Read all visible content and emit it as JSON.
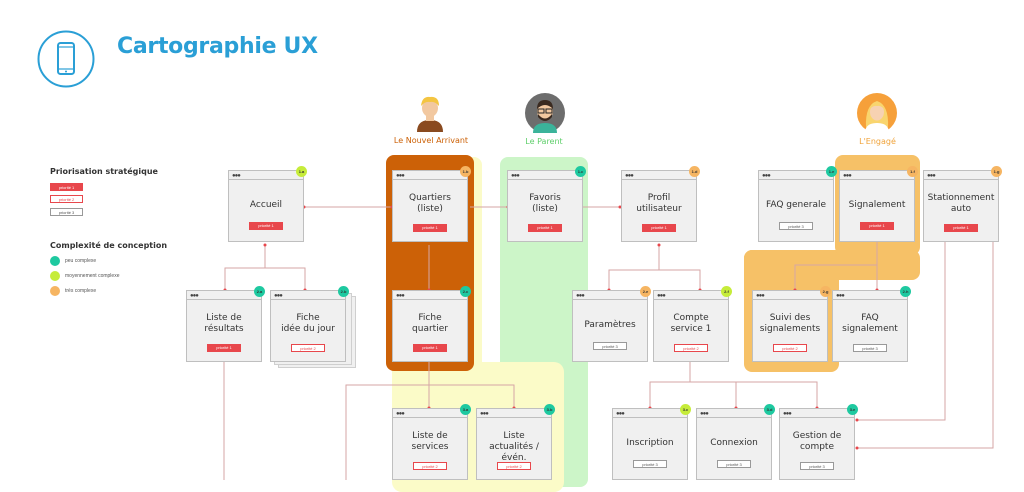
{
  "header": {
    "title": "Cartographie UX"
  },
  "legend": {
    "priority_title": "Priorisation stratégique",
    "priorities": [
      "priorité 1",
      "priorité 2",
      "priorité 3"
    ],
    "complexity_title": "Complexité de conception",
    "complexities": [
      {
        "label": "peu complexe",
        "color": "#1ec9a0"
      },
      {
        "label": "moyennement complexe",
        "color": "#c6ec3a"
      },
      {
        "label": "très complexe",
        "color": "#f6b562"
      }
    ]
  },
  "personas": {
    "nouvel": {
      "label": "Le Nouvel Arrivant",
      "color": "#cc6107"
    },
    "parent": {
      "label": "Le Parent",
      "color": "#5fcf6b"
    },
    "engage": {
      "label": "L'Engagé",
      "color": "#f6b562"
    }
  },
  "cards": {
    "accueil": {
      "label": "Accueil",
      "badge": "1.a",
      "priority": "priorité 1"
    },
    "quartiers": {
      "label": "Quartiers\n(liste)",
      "badge": "1.b",
      "priority": "priorité 1"
    },
    "favoris": {
      "label": "Favoris\n(liste)",
      "badge": "1.c",
      "priority": "priorité 1"
    },
    "profil": {
      "label": "Profil\nutilisateur",
      "badge": "1.d",
      "priority": "priorité 1"
    },
    "faq_generale": {
      "label": "FAQ generale",
      "badge": "1.e",
      "priority": "priorité 3"
    },
    "signalement": {
      "label": "Signalement",
      "badge": "1.f",
      "priority": "priorité 1"
    },
    "stationnement": {
      "label": "Stationnement\nauto",
      "badge": "1.g",
      "priority": "priorité 1"
    },
    "liste_resultats": {
      "label": "Liste de\nrésultats",
      "badge": "2.a",
      "priority": "priorité 1"
    },
    "fiche_jour": {
      "label": "Fiche\nidée du jour",
      "badge": "2.b",
      "priority": "priorité 2"
    },
    "fiche_quartier": {
      "label": "Fiche\nquartier",
      "badge": "2.c",
      "priority": "priorité 1"
    },
    "parametres": {
      "label": "Paramètres",
      "badge": "2.e",
      "priority": "priorité 3"
    },
    "compte_service": {
      "label": "Compte\nservice 1",
      "badge": "2.f",
      "priority": "priorité 2"
    },
    "suivi": {
      "label": "Suivi des\nsignalements",
      "badge": "2.g",
      "priority": "priorité 2"
    },
    "faq_signalement": {
      "label": "FAQ\nsignalement",
      "badge": "2.h",
      "priority": "priorité 3"
    },
    "liste_services": {
      "label": "Liste de\nservices",
      "badge": "3.a",
      "priority": "priorité 2"
    },
    "liste_actualites": {
      "label": "Liste\nactualités /évén.",
      "badge": "3.b",
      "priority": "priorité 2"
    },
    "inscription": {
      "label": "Inscription",
      "badge": "3.c",
      "priority": "priorité 3"
    },
    "connexion": {
      "label": "Connexion",
      "badge": "3.d",
      "priority": "priorité 3"
    },
    "gestion_compte": {
      "label": "Gestion de\ncompte",
      "badge": "3.e",
      "priority": "priorité 3"
    }
  },
  "colors": {
    "accent": "#2a9fd6",
    "priority": "#e8474c",
    "connector": "#c99"
  }
}
